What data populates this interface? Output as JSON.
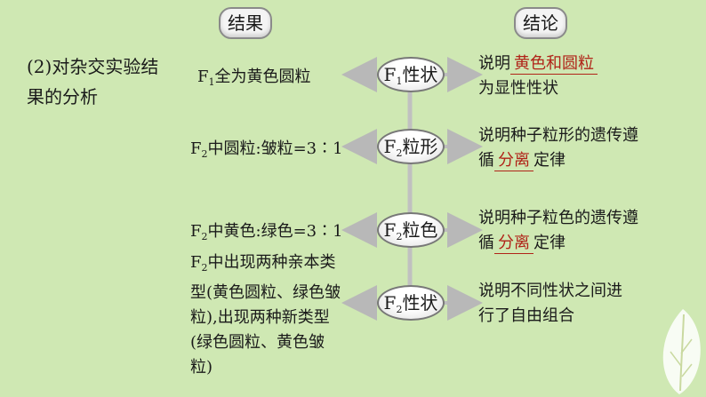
{
  "header": {
    "result": "结果",
    "conclusion": "结论"
  },
  "section_title": "(2)对杂交实验结果的分析",
  "rows": [
    {
      "node_sub": "1",
      "node_text": "性状",
      "result_prefix": "F",
      "result_sub": "1",
      "result_text": "全为黄色圆粒",
      "conclusion_pre": "说明",
      "answer": "黄色和圆粒",
      "conclusion_post": "为显性性状"
    },
    {
      "node_sub": "2",
      "node_text": "粒形",
      "result_prefix": "F",
      "result_sub": "2",
      "result_text": "中圆粒:皱粒=3∶1",
      "conclusion_pre": "说明种子粒形的遗传遵循",
      "answer": "分离",
      "conclusion_post": "定律"
    },
    {
      "node_sub": "2",
      "node_text": "粒色",
      "result_prefix": "F",
      "result_sub": "2",
      "result_text": "中黄色:绿色=3∶1",
      "conclusion_pre": "说明种子粒色的遗传遵循",
      "answer": "分离",
      "conclusion_post": "定律"
    },
    {
      "node_sub": "2",
      "node_text": "性状",
      "result_prefix": "F",
      "result_sub": "2",
      "result_text": "中出现两种亲本类型(黄色圆粒、绿色皱粒),出现两种新类型(绿色圆粒、黄色皱粒)",
      "conclusion_text": "说明不同性状之间进行了自由组合"
    }
  ],
  "node_letter": "F"
}
